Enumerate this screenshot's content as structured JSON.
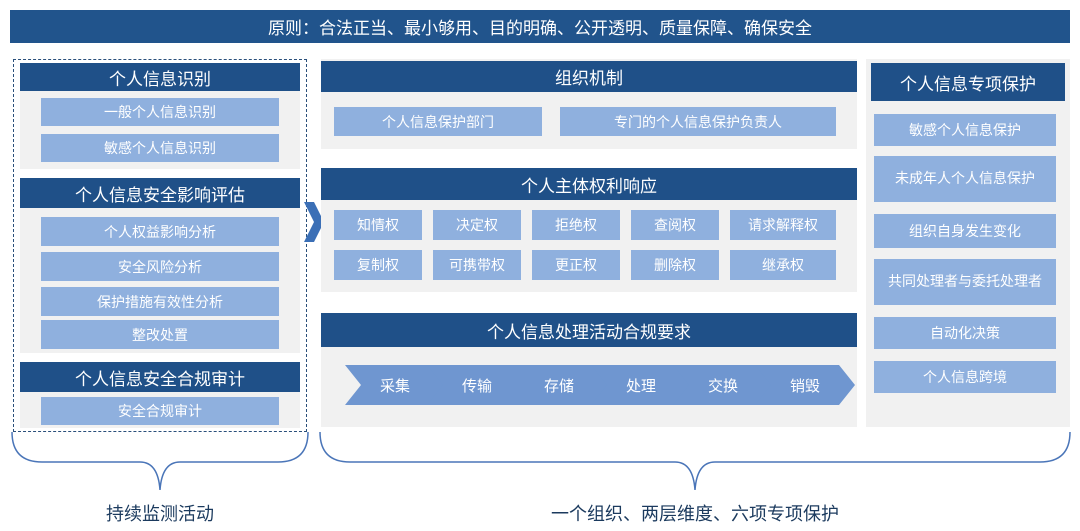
{
  "principle": "原则：合法正当、最小够用、目的明确、公开透明、质量保障、确保安全",
  "left": {
    "identification": {
      "title": "个人信息识别",
      "items": [
        "一般个人信息识别",
        "敏感个人信息识别"
      ]
    },
    "impact": {
      "title": "个人信息安全影响评估",
      "items": [
        "个人权益影响分析",
        "安全风险分析",
        "保护措施有效性分析",
        "整改处置"
      ]
    },
    "audit": {
      "title": "个人信息安全合规审计",
      "items": [
        "安全合规审计"
      ]
    },
    "brace_label": "持续监测活动"
  },
  "middle": {
    "org": {
      "title": "组织机制",
      "items": [
        "个人信息保护部门",
        "专门的个人信息保护负责人"
      ]
    },
    "rights": {
      "title": "个人主体权利响应",
      "row1": [
        "知情权",
        "决定权",
        "拒绝权",
        "查阅权",
        "请求解释权"
      ],
      "row2": [
        "复制权",
        "可携带权",
        "更正权",
        "删除权",
        "继承权"
      ]
    },
    "compliance": {
      "title": "个人信息处理活动合规要求",
      "steps": [
        "采集",
        "传输",
        "存储",
        "处理",
        "交换",
        "销毁"
      ]
    },
    "brace_label": "一个组织、两层维度、六项专项保护"
  },
  "right": {
    "title": "个人信息专项保护",
    "items": [
      "敏感个人信息保护",
      "未成年人个人信息保护",
      "组织自身发生变化",
      "共同处理者与委托处理者",
      "自动化决策",
      "个人信息跨境"
    ]
  },
  "colors": {
    "dark_blue": "#1f5088",
    "light_blue": "#8fb0de",
    "panel_gray": "#f1f1f1",
    "chevron_blue": "#6f96d0"
  }
}
